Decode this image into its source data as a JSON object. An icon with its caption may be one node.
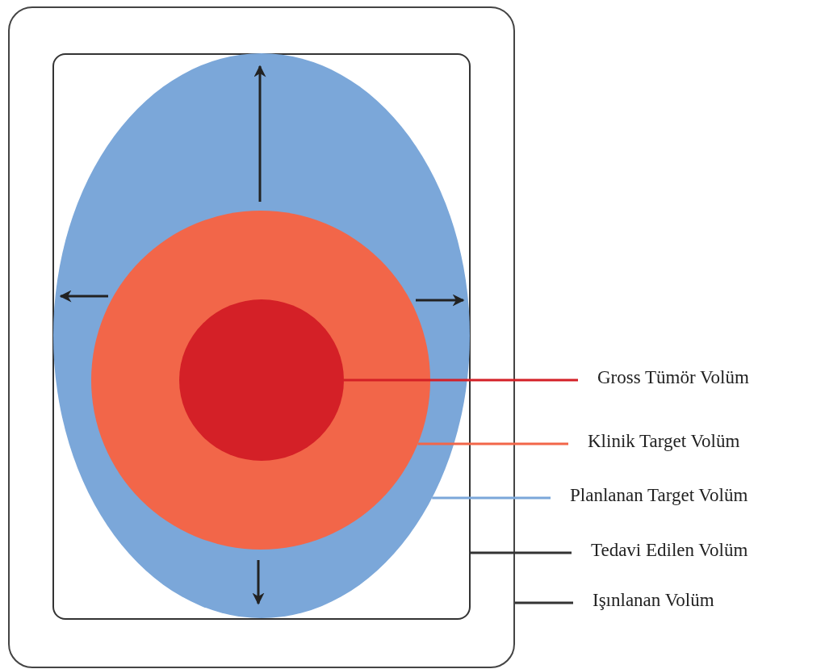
{
  "diagram": {
    "nodes": [
      {
        "text": [],
        "shape": "box"
      },
      {
        "text": [],
        "shape": "box",
        "in": 0
      },
      {
        "text": [],
        "shape": "ellipse",
        "in": 1
      },
      {
        "text": [],
        "shape": "circle",
        "in": 2
      },
      {
        "text": [],
        "shape": "circle",
        "in": 3
      },
      {
        "text": [
          "Gross Tümör Volüm"
        ]
      },
      {
        "text": [
          "Klinik Target Volüm"
        ]
      },
      {
        "text": [
          "Planlanan Target Volüm"
        ]
      },
      {
        "text": [
          "Tedavi Edilen Volüm"
        ]
      },
      {
        "text": [
          "Işınlanan Volüm"
        ]
      }
    ],
    "edges": [
      {
        "from": 5,
        "to": 4,
        "arrow": "none",
        "color": "#d42027"
      },
      {
        "from": 6,
        "to": 3,
        "arrow": "none",
        "color": "#f26649"
      },
      {
        "from": 7,
        "to": 2,
        "arrow": "none",
        "color": "#7ba7d9"
      },
      {
        "from": 8,
        "to": 1,
        "arrow": "none"
      },
      {
        "from": 9,
        "to": 0,
        "arrow": "none"
      }
    ]
  }
}
